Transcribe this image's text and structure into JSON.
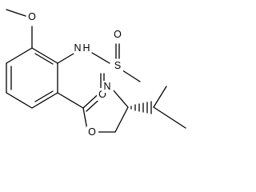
{
  "diagram": {
    "type": "chemical-structure",
    "atoms": {
      "O_methoxy": "O",
      "N_amide": "N",
      "H_amide": "H",
      "S": "S",
      "O_s1": "O",
      "O_s2": "O",
      "N_ring": "N",
      "O_ring": "O"
    }
  }
}
